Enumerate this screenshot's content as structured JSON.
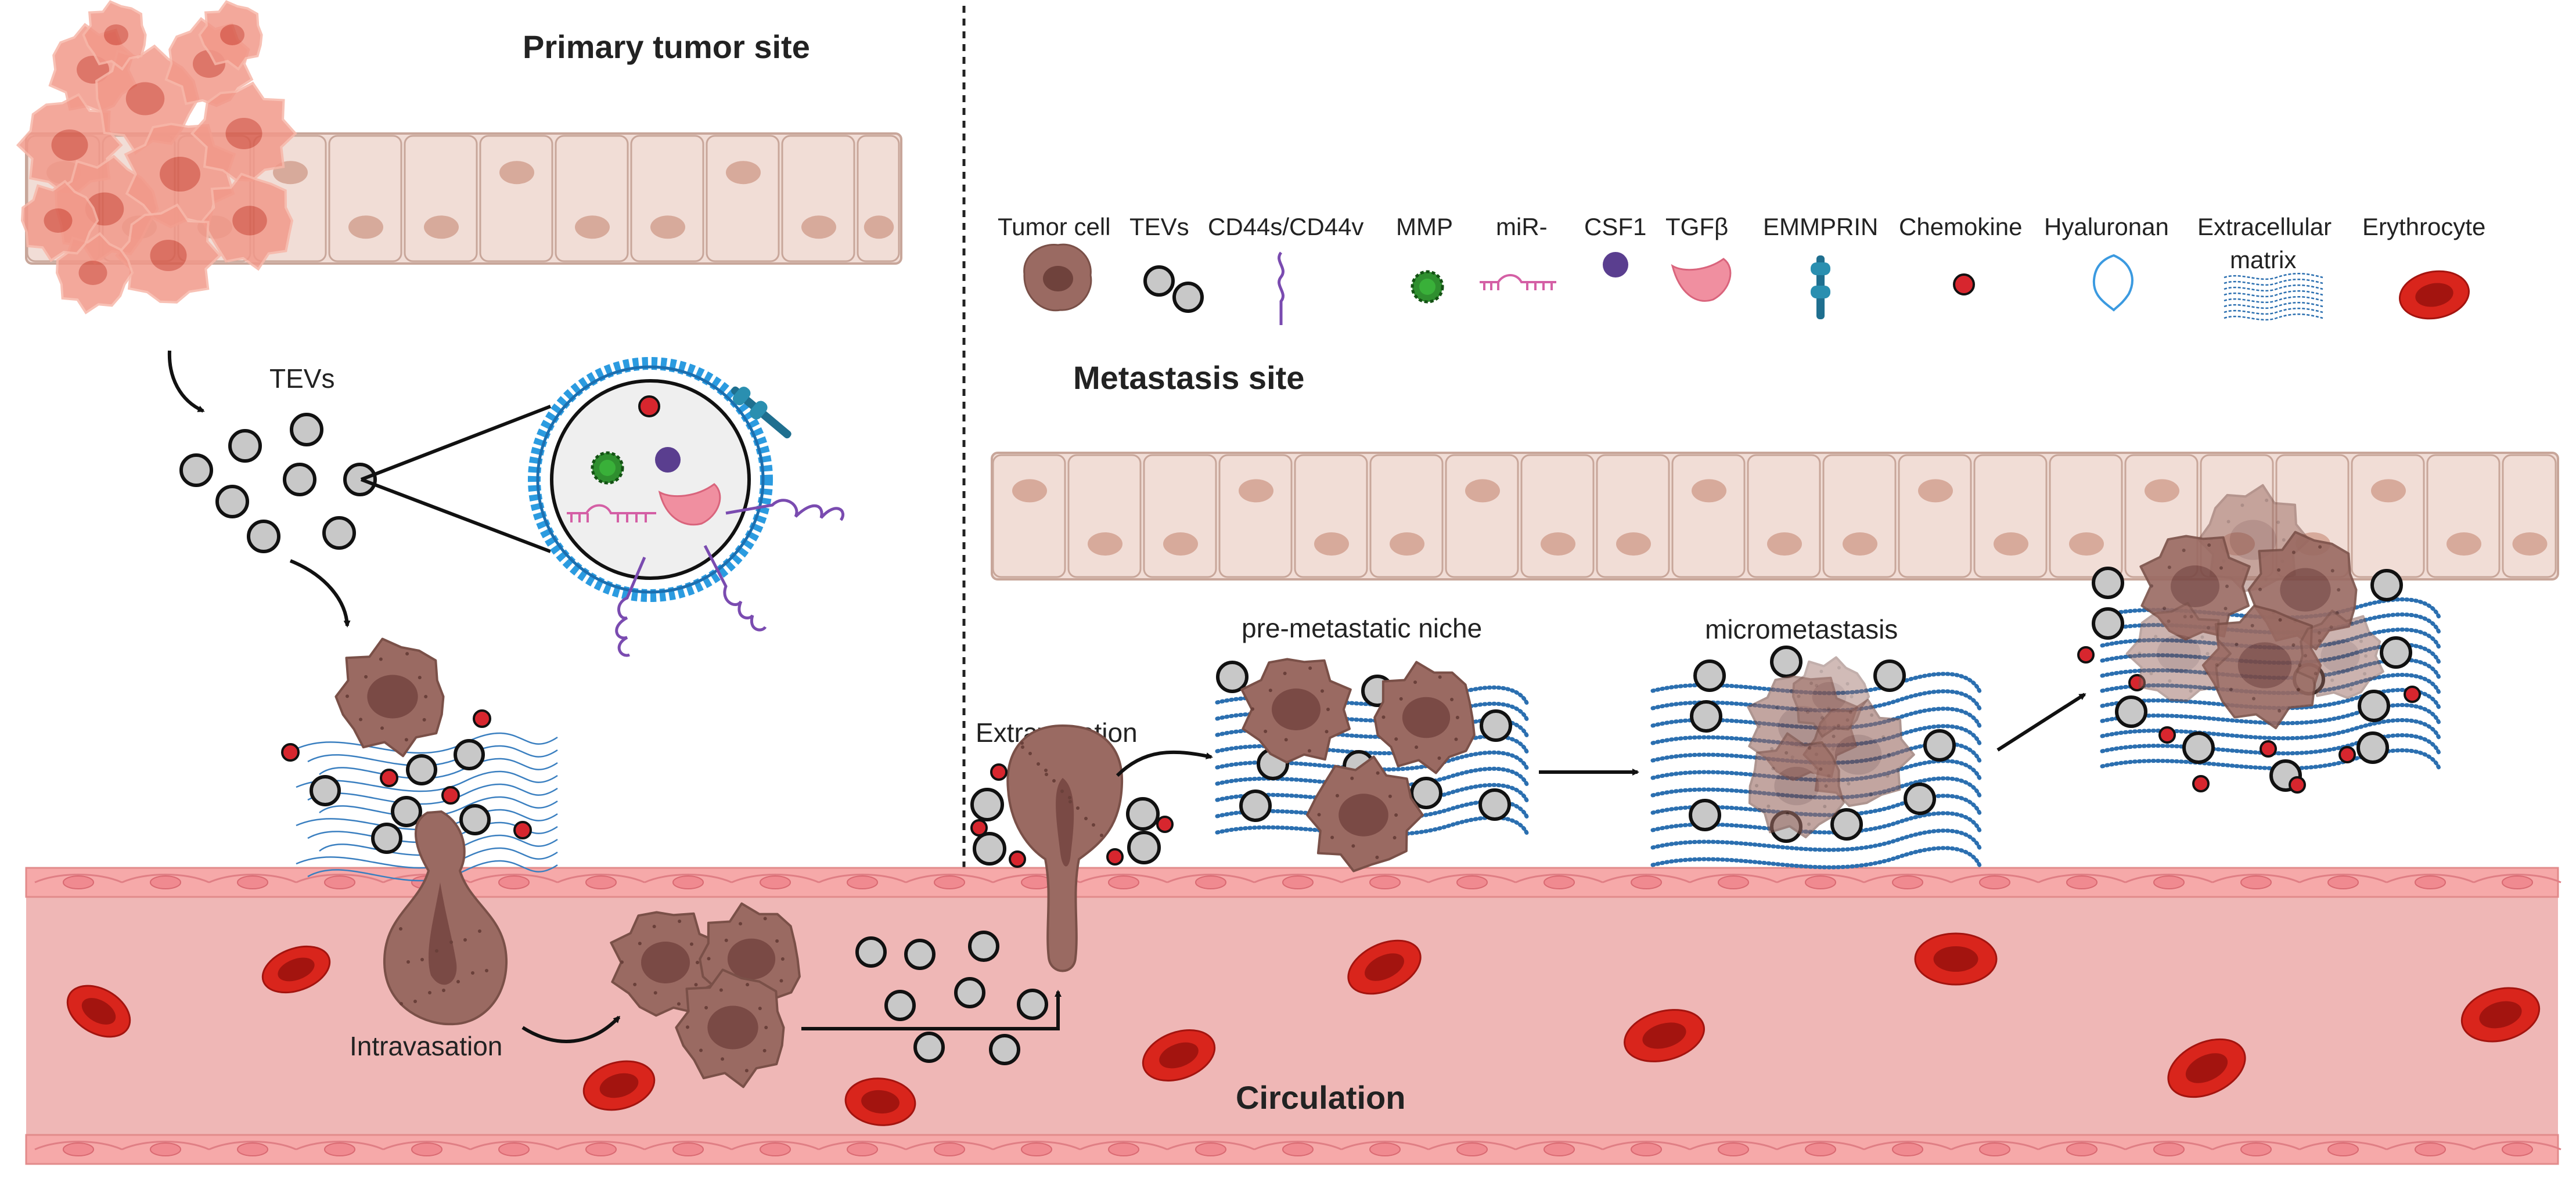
{
  "titles": {
    "primary": "Primary tumor site",
    "metastasis": "Metastasis site",
    "circulation": "Circulation"
  },
  "labels": {
    "tevs": "TEVs",
    "intravasation": "Intravasation",
    "extravasation": "Extravasation",
    "premetastatic": "pre-metastatic niche",
    "micrometastasis": "micrometastasis"
  },
  "legend": {
    "tumor_cell": "Tumor cell",
    "tevs": "TEVs",
    "cd44": "CD44s/CD44v",
    "mmp": "MMP",
    "mir": "miR-",
    "csf1": "CSF1",
    "tgfb": "TGFβ",
    "emmprin": "EMMPRIN",
    "chemokine": "Chemokine",
    "hyaluronan": "Hyaluronan",
    "ecm_line1": "Extracellular",
    "ecm_line2": "matrix",
    "erythrocyte": "Erythrocyte"
  },
  "colors": {
    "epithelium": "#f1ddd6",
    "epithelium_stroke": "#c8a69a",
    "nucleus_epi": "#d7aa9b",
    "vessel": "#efb7b6",
    "vessel_wall": "#f7b8b8",
    "tumor_primary": "#f2998a",
    "tumor_cell": "#9a6a62",
    "tumor_nucleus": "#7a4a45",
    "tev_fill": "#c8c8c8",
    "erythrocyte": "#d9251c",
    "chemokine": "#d7262e",
    "csf1": "#5a3e8f",
    "mmp": "#2f8f2f",
    "tgfb": "#f08fa0",
    "ecm": "#2b6fb0",
    "cd44": "#7a4bb0",
    "mir": "#d45fa5",
    "emmprin": "#1f6f8f",
    "hyaluronan": "#3b9ae0",
    "membrane": "#2b9be0"
  }
}
